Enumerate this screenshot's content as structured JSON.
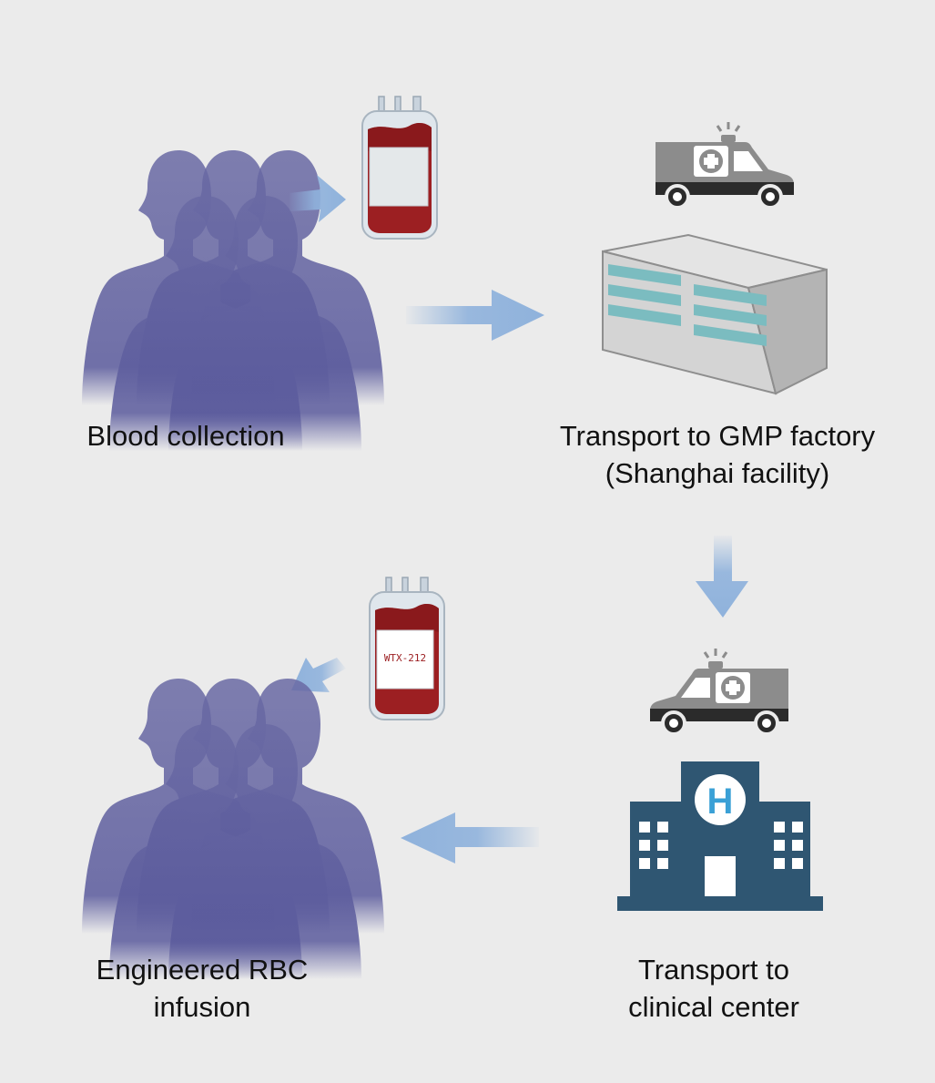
{
  "labels": {
    "blood_collection": "Blood collection",
    "factory_line1": "Transport to GMP factory",
    "factory_line2": "(Shanghai facility)",
    "infusion_line1": "Engineered RBC",
    "infusion_line2": "infusion",
    "clinical_line1": "Transport to",
    "clinical_line2": "clinical center"
  },
  "bag_label_text": "WTX-212",
  "icons": {
    "people": "people-silhouettes-icon",
    "blood_bag": "blood-bag-icon",
    "ambulance": "ambulance-icon",
    "factory": "factory-building-icon",
    "hospital": "hospital-building-icon",
    "arrow": "arrow-icon"
  },
  "colors": {
    "background": "#ebebeb",
    "person": "#6a6aa4",
    "blood": "#9c1f22",
    "arrow": "#8fb2dc",
    "hospital": "#2f5672",
    "hospital_h": "#3aa0d6",
    "factory_stripe": "#7bbcc0",
    "ambulance_body": "#8c8c8c"
  }
}
